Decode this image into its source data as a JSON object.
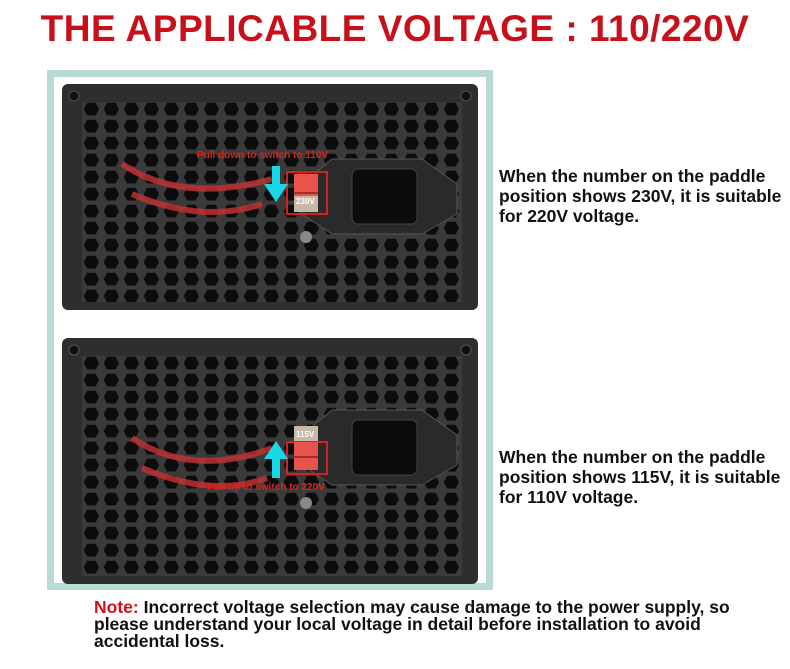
{
  "title": "THE APPLICABLE VOLTAGE : 110/220V",
  "panels": [
    {
      "annotation": "Pull down to switch to 110V",
      "switch_label": "230V",
      "arrow": "arrow-down",
      "description": "When the number on the paddle position shows 230V, it is suitable for 220V voltage."
    },
    {
      "annotation": "Pull up to switch to 220V",
      "switch_label": "115V",
      "arrow": "arrow-up",
      "description": "When the number on the paddle position shows 115V, it is suitable for 110V voltage."
    }
  ],
  "note": {
    "label": "Note:",
    "text": " Incorrect voltage selection may cause damage to the power supply, so please understand your local voltage in detail before installation to avoid accidental loss."
  },
  "colors": {
    "title": "#c8101a",
    "frame": "#b9d9d4",
    "arrow": "#18d8e8",
    "switch": "#e8544c"
  }
}
